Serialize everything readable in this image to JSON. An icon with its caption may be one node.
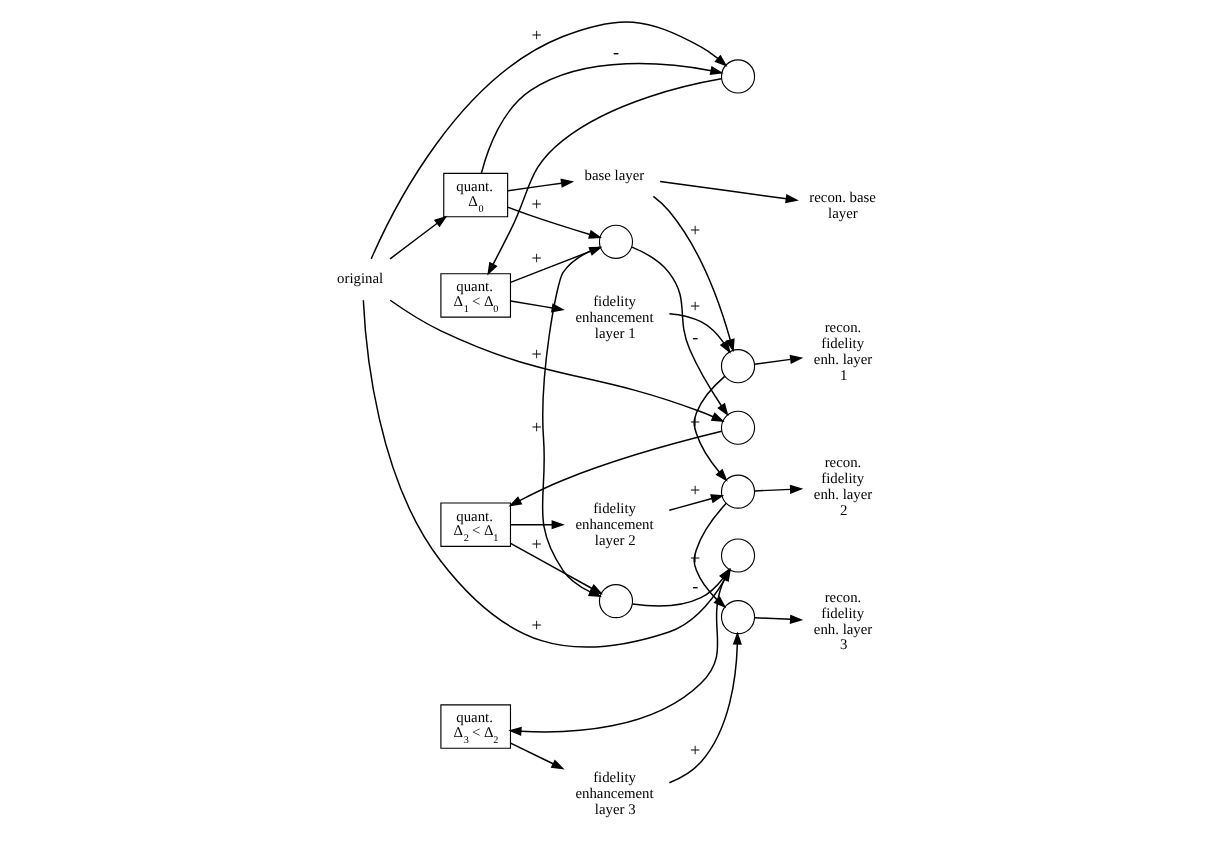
{
  "diagram": {
    "nodes": [
      {
        "text": [
          "original"
        ]
      },
      {
        "text": [
          "quant.",
          "Δ$_{0}$"
        ]
      },
      {
        "text": [
          "base layer"
        ]
      },
      {
        "text": [],
        "shape": "circle"
      },
      {
        "text": [
          "quant.",
          "Δ$_{1}$ < Δ$_{0}$"
        ]
      },
      {
        "text": [
          "fidelity enhancement layer 1"
        ]
      },
      {
        "text": [],
        "shape": "circle"
      },
      {
        "text": [],
        "shape": "circle"
      },
      {
        "text": [
          "quant.",
          "Δ$_{2}$ < Δ$_{1}$"
        ]
      },
      {
        "text": [
          "fidelity enhancement layer 2"
        ]
      },
      {
        "text": [],
        "shape": "circle"
      },
      {
        "text": [],
        "shape": "circle"
      },
      {
        "text": [
          "quant.",
          "Δ$_{3}$ < Δ$_{2}$"
        ]
      },
      {
        "text": [
          "fidelity enhancement layer 3"
        ]
      },
      {
        "text": [],
        "shape": "circle"
      },
      {
        "text": [],
        "shape": "circle"
      },
      {
        "text": [],
        "shape": "circle"
      },
      {
        "text": [
          "recon. base layer"
        ]
      },
      {
        "text": [
          "recon. fidelity enh. layer 1"
        ]
      },
      {
        "text": [
          "recon. fidelity enh. layer 2"
        ]
      },
      {
        "text": [
          "recon. fidelity enh. layer 3"
        ]
      }
    ],
    "edges": [
      {
        "from": 0,
        "to": 1,
        "arrow": "to"
      },
      {
        "from": 0,
        "to": 3,
        "arrow": "to",
        "label": "+"
      },
      {
        "from": 0,
        "to": 7,
        "arrow": "to",
        "label": "+"
      },
      {
        "from": 0,
        "to": 11,
        "arrow": "to",
        "label": "+"
      },
      {
        "from": 1,
        "to": 2,
        "arrow": "to"
      },
      {
        "from": 1,
        "to": 3,
        "arrow": "to",
        "label": "-"
      },
      {
        "from": 1,
        "to": 6,
        "arrow": "to",
        "label": "+"
      },
      {
        "from": 3,
        "to": 4,
        "arrow": "to"
      },
      {
        "from": 4,
        "to": 5,
        "arrow": "to"
      },
      {
        "from": 4,
        "to": 6,
        "arrow": "to",
        "label": "+"
      },
      {
        "from": 6,
        "to": 7,
        "arrow": "to",
        "label": "-"
      },
      {
        "from": 6,
        "to": 10,
        "arrow": "to",
        "label": "+"
      },
      {
        "from": 7,
        "to": 8,
        "arrow": "to"
      },
      {
        "from": 8,
        "to": 9,
        "arrow": "to"
      },
      {
        "from": 8,
        "to": 10,
        "arrow": "to",
        "label": "+"
      },
      {
        "from": 10,
        "to": 11,
        "arrow": "to",
        "label": "-"
      },
      {
        "from": 11,
        "to": 12,
        "arrow": "to"
      },
      {
        "from": 12,
        "to": 13,
        "arrow": "to"
      },
      {
        "from": 2,
        "to": 17,
        "arrow": "to"
      },
      {
        "from": 2,
        "to": 14,
        "arrow": "to",
        "label": "+"
      },
      {
        "from": 5,
        "to": 14,
        "arrow": "to",
        "label": "+"
      },
      {
        "from": 14,
        "to": 18,
        "arrow": "to"
      },
      {
        "from": 14,
        "to": 15,
        "arrow": "to",
        "label": "+"
      },
      {
        "from": 9,
        "to": 15,
        "arrow": "to",
        "label": "+"
      },
      {
        "from": 15,
        "to": 19,
        "arrow": "to"
      },
      {
        "from": 15,
        "to": 16,
        "arrow": "to",
        "label": "+"
      },
      {
        "from": 13,
        "to": 16,
        "arrow": "to",
        "label": "+"
      },
      {
        "from": 16,
        "to": 20,
        "arrow": "to"
      }
    ]
  }
}
